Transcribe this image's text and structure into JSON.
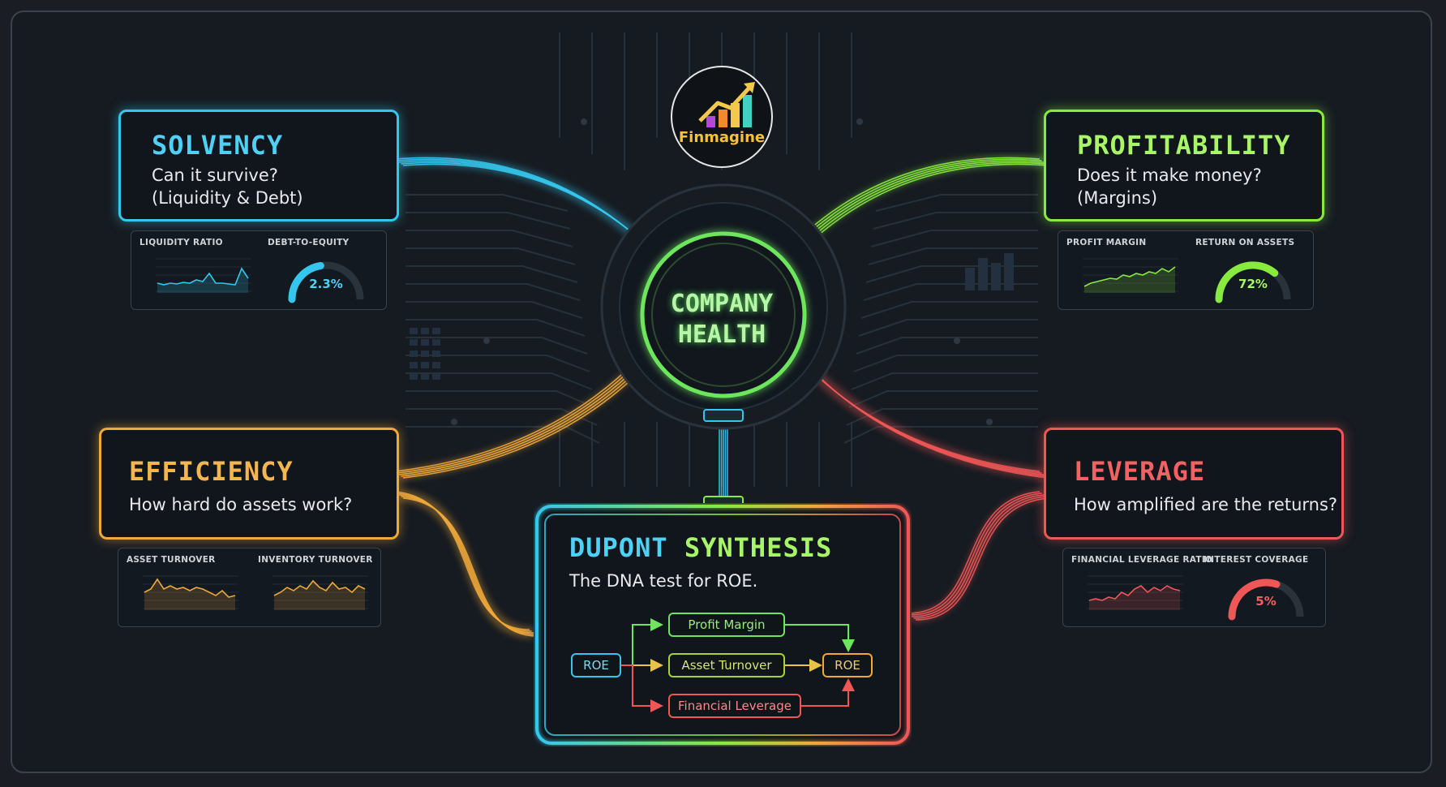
{
  "logo": {
    "name": "Finmagine",
    "icon": "rising-bar-chart-icon"
  },
  "center": {
    "title": "COMPANY\nHEALTH",
    "color": "#6de55c"
  },
  "solvency": {
    "title": "SOLVENCY",
    "subtitle": "Can it survive?\n(Liquidity & Debt)",
    "color": "#35c6ee",
    "chart_title": "LIQUIDITY RATIO",
    "gauge_title": "DEBT-TO-EQUITY",
    "gauge_value": "2.3%",
    "gauge_level": 0.45
  },
  "profitability": {
    "title": "PROFITABILITY",
    "subtitle": "Does it make money?\n(Margins)",
    "color": "#88ea3f",
    "chart_title": "PROFIT MARGIN",
    "gauge_title": "RETURN ON ASSETS",
    "gauge_value": "72%",
    "gauge_level": 0.72
  },
  "efficiency": {
    "title": "EFFICIENCY",
    "subtitle": "How hard do assets work?",
    "color": "#f0a83a",
    "chart_title": "ASSET TURNOVER",
    "chart2_title": "INVENTORY TURNOVER"
  },
  "leverage": {
    "title": "LEVERAGE",
    "subtitle": "How amplified are the returns?",
    "color": "#ef5656",
    "chart_title": "FINANCIAL LEVERAGE RATIO",
    "gauge_title": "INTEREST COVERAGE",
    "gauge_value": "5%",
    "gauge_level": 0.6
  },
  "dupont": {
    "title_a": "DUPONT",
    "title_b": "SYNTHESIS",
    "subtitle": "The DNA test for ROE.",
    "nodes": {
      "roe_left": "ROE",
      "profit_margin": "Profit Margin",
      "asset_turnover": "Asset Turnover",
      "financial_leverage": "Financial Leverage",
      "roe_right": "ROE"
    }
  }
}
